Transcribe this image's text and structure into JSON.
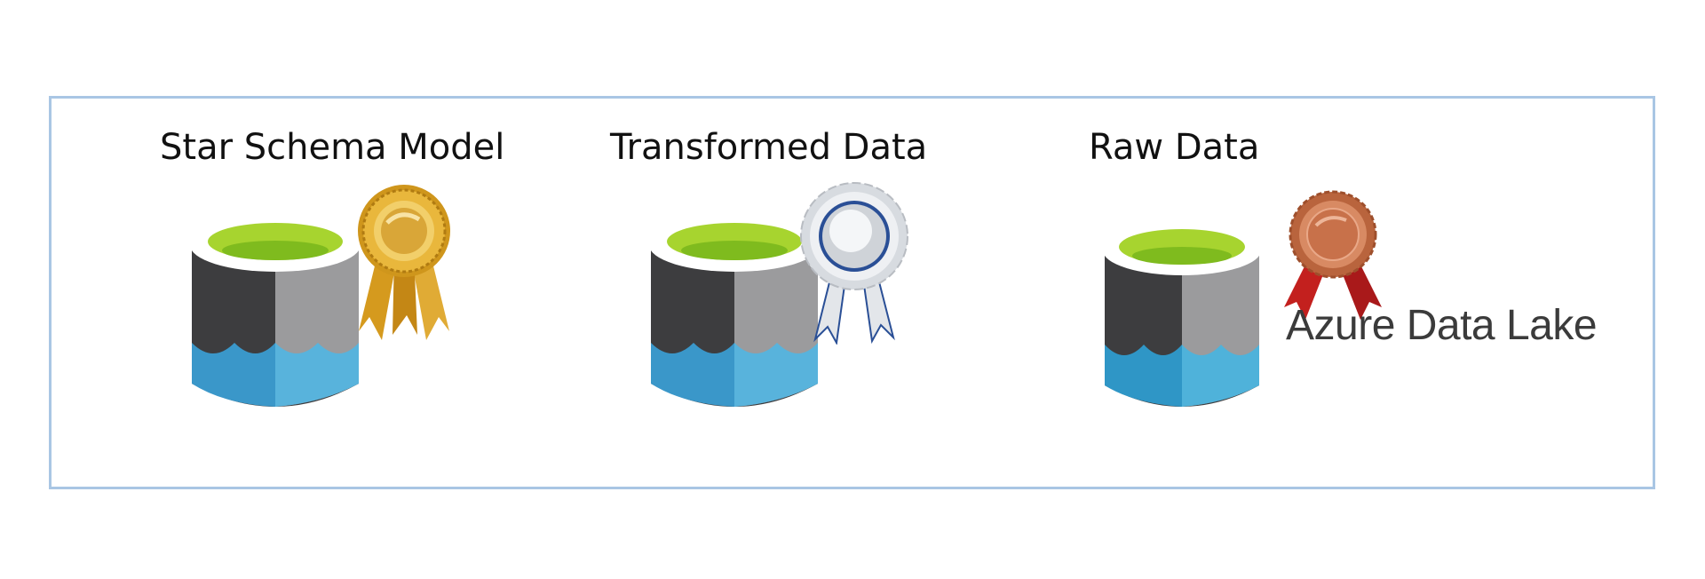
{
  "tiers": [
    {
      "title": "Star Schema Model",
      "medal": "gold-rosette-icon"
    },
    {
      "title": "Transformed Data",
      "medal": "silver-rosette-icon"
    },
    {
      "title": "Raw Data",
      "medal": "bronze-medal-icon"
    }
  ],
  "service_label": "Azure Data Lake",
  "colors": {
    "frame_border": "#a9c6e4",
    "cylinder_top": "#a7d42f",
    "cylinder_dark": "#3d3d3f",
    "cylinder_grey": "#9b9b9d",
    "water_left": "#3a97c9",
    "water_right": "#58b3dc",
    "gold": "#e0a928",
    "silver": "#c8ccd2",
    "bronze": "#c8714a",
    "ribbon_red": "#c3201e"
  }
}
